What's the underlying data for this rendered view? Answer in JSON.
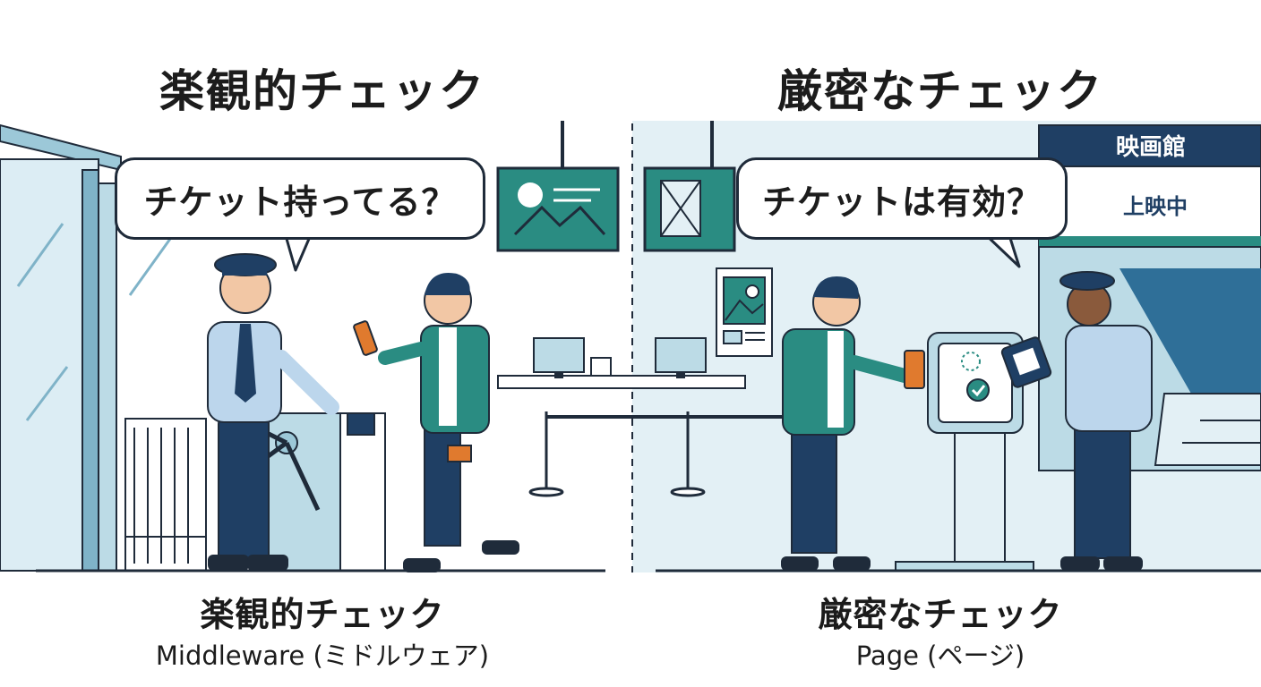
{
  "left": {
    "heading": "楽観的チェック",
    "speech": "チケット持ってる？",
    "caption_title": "楽観的チェック",
    "caption_subtitle": "Middleware (ミドルウェア)"
  },
  "right": {
    "heading": "厳密なチェック",
    "speech": "チケットは有効？",
    "caption_title": "厳密なチェック",
    "caption_subtitle": "Page (ページ)",
    "cinema_sign": "映画館",
    "now_showing": "上映中"
  },
  "colors": {
    "navy": "#1f3f64",
    "teal": "#2a8c82",
    "light_blue": "#d6e9f1",
    "ticket_orange": "#e07a2e",
    "outline": "#1f2b3a"
  }
}
